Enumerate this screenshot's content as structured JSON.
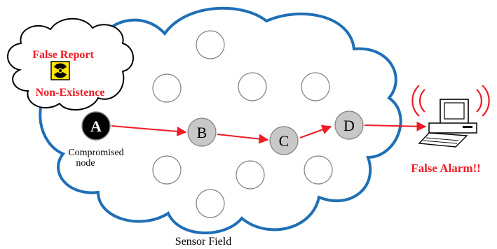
{
  "bubble": {
    "line1": "False Report",
    "line2": "Non-Existence"
  },
  "nodes": {
    "a": "A",
    "b": "B",
    "c": "C",
    "d": "D"
  },
  "compromised": {
    "line1": "Compromised",
    "line2": "node"
  },
  "alarm": "False Alarm!!",
  "field": "Sensor Field",
  "colors": {
    "cloud_stroke": "#1f6fb5",
    "arrow": "#ee1c25",
    "alert_text": "#ee1c25",
    "active_node": "#c8c8c8",
    "compromised_node": "#000000"
  }
}
